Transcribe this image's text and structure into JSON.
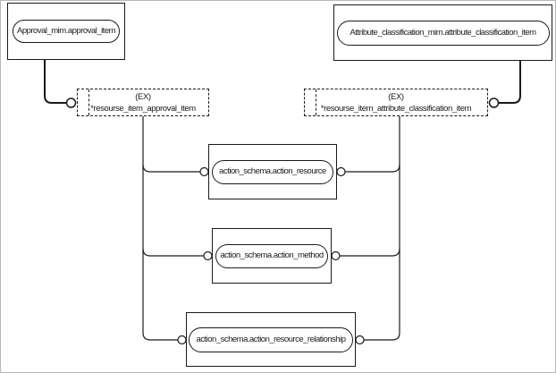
{
  "colors": {
    "line": "#1a1a1a",
    "background": "#ffffff"
  },
  "nodes": {
    "approval": {
      "label": "Approval_mim.approval_item"
    },
    "attribute_classification": {
      "label": "Attribute_classification_mim.attribute_classification_item"
    },
    "ref_approval": {
      "tag": "(EX)",
      "label": "*resourse_item_approval_item"
    },
    "ref_attribute_classification": {
      "tag": "(EX)",
      "label": "*resourse_item_attribute_classification_item"
    },
    "action_resource": {
      "label": "action_schema.action_resource"
    },
    "action_method": {
      "label": "action_schema.action_method"
    },
    "action_resource_relationship": {
      "label": "action_schema.action_resource_relationship"
    }
  },
  "edges": [
    {
      "from": "approval",
      "to": "ref_approval",
      "style": "thick",
      "junction": "circle"
    },
    {
      "from": "attribute_classification",
      "to": "ref_attribute_classification",
      "style": "thick",
      "junction": "circle"
    },
    {
      "from": "ref_approval",
      "to": "action_resource",
      "side": "left",
      "junction": "circle"
    },
    {
      "from": "ref_approval",
      "to": "action_method",
      "side": "left",
      "junction": "circle"
    },
    {
      "from": "ref_approval",
      "to": "action_resource_relationship",
      "side": "left",
      "junction": "circle"
    },
    {
      "from": "ref_attribute_classification",
      "to": "action_resource",
      "side": "right",
      "junction": "circle"
    },
    {
      "from": "ref_attribute_classification",
      "to": "action_method",
      "side": "right",
      "junction": "circle"
    },
    {
      "from": "ref_attribute_classification",
      "to": "action_resource_relationship",
      "side": "right",
      "junction": "circle"
    }
  ]
}
